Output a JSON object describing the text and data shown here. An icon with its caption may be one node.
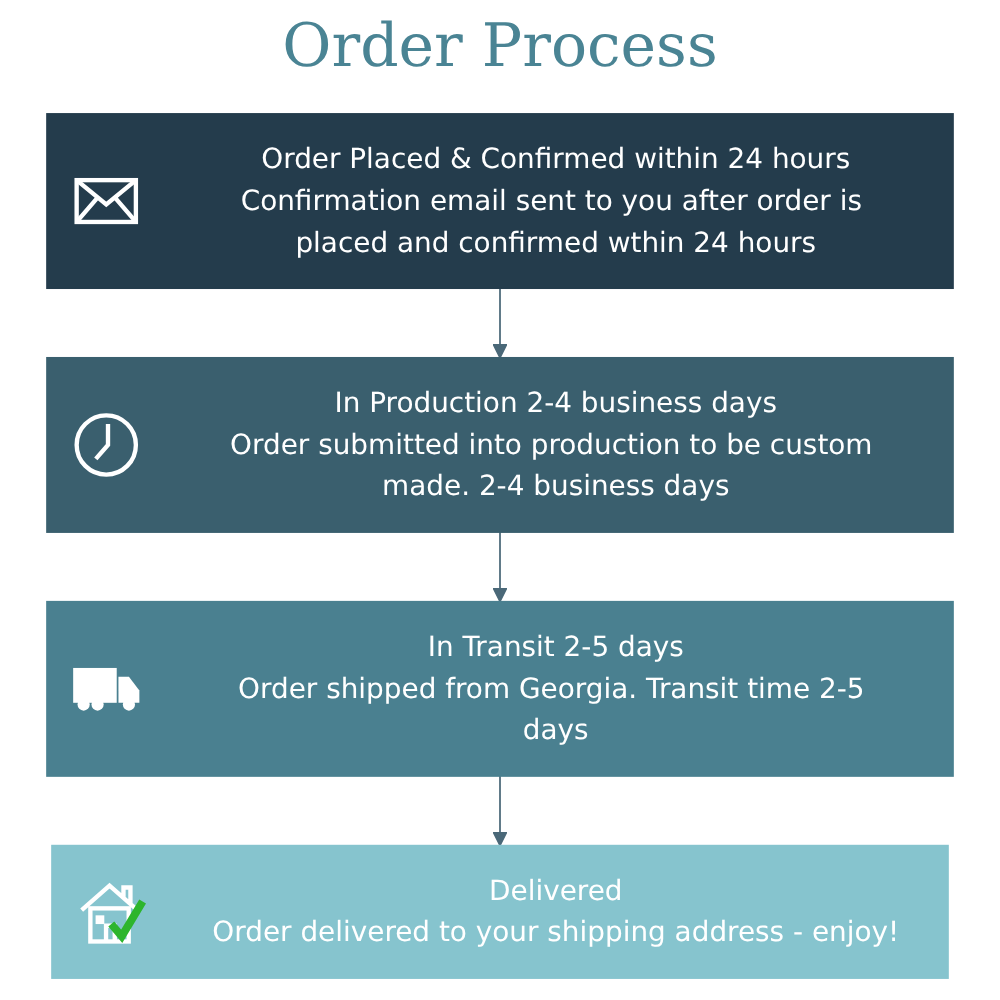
{
  "diagram": {
    "title": "Order Process",
    "nodes": [
      {
        "text": [
          "Order Placed & Confirmed within 24 hours",
          "Confirmation email sent to you after order is placed and confirmed wthin 24 hours"
        ]
      },
      {
        "text": [
          "In Production 2-4 business days",
          "Order submitted into production to be custom made. 2-4 business days"
        ]
      },
      {
        "text": [
          "In Transit 2-5 days",
          "Order shipped from Georgia. Transit time 2-5 days"
        ]
      },
      {
        "text": [
          "Delivered",
          "Order delivered to your shipping address - enjoy!"
        ]
      }
    ],
    "edges": [
      {
        "from": 0,
        "to": 1,
        "arrow": "to"
      },
      {
        "from": 1,
        "to": 2,
        "arrow": "to"
      },
      {
        "from": 2,
        "to": 3,
        "arrow": "to"
      }
    ]
  }
}
